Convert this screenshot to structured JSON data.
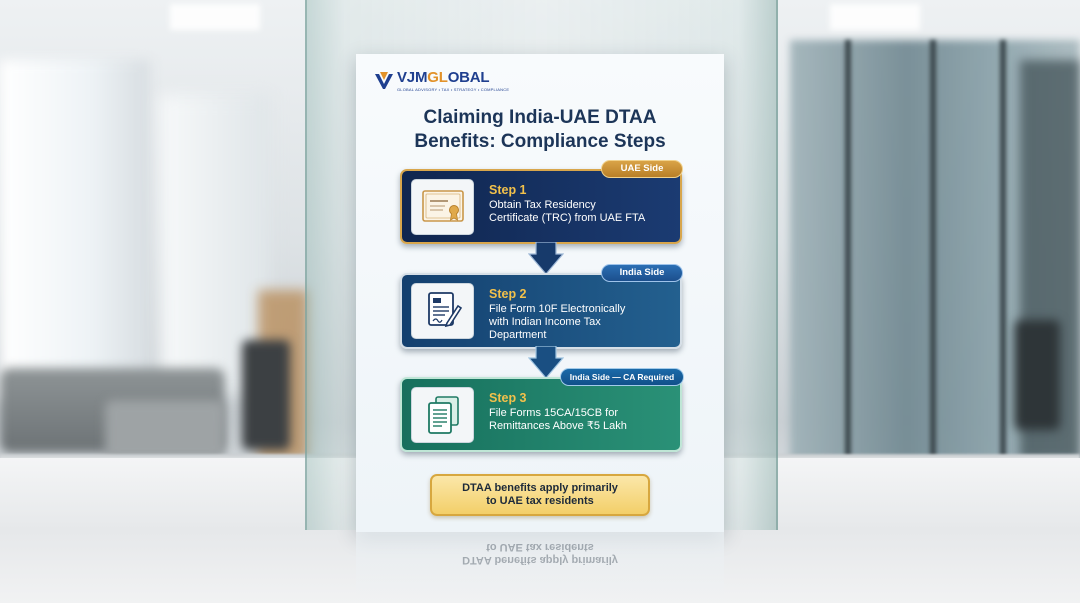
{
  "brand": {
    "name_part1": "VJM",
    "name_part2": "GL",
    "name_part3": "OBAL",
    "tagline": "GLOBAL ADVISORY • TAX • STRATEGY • COMPLIANCE"
  },
  "title": {
    "line1": "Claiming India-UAE DTAA",
    "line2": "Benefits: Compliance Steps"
  },
  "steps": [
    {
      "tag": "UAE Side",
      "label": "Step 1",
      "text_line1": "Obtain Tax Residency",
      "text_line2": "Certificate (TRC) from UAE FTA",
      "text_line3": "",
      "icon": "certificate-icon"
    },
    {
      "tag": "India Side",
      "label": "Step 2",
      "text_line1": "File Form 10F Electronically",
      "text_line2": "with Indian Income Tax",
      "text_line3": "Department",
      "icon": "signed-form-icon"
    },
    {
      "tag": "India Side — CA Required",
      "label": "Step 3",
      "text_line1": "File Forms 15CA/15CB for",
      "text_line2": "Remittances Above ₹5 Lakh",
      "text_line3": "",
      "icon": "documents-icon"
    }
  ],
  "note": {
    "line1": "DTAA benefits apply primarily",
    "line2": "to UAE tax residents"
  },
  "colors": {
    "navy": "#10264f",
    "blue": "#14406f",
    "green": "#17705d",
    "gold": "#d9a347",
    "title": "#1c3558"
  }
}
